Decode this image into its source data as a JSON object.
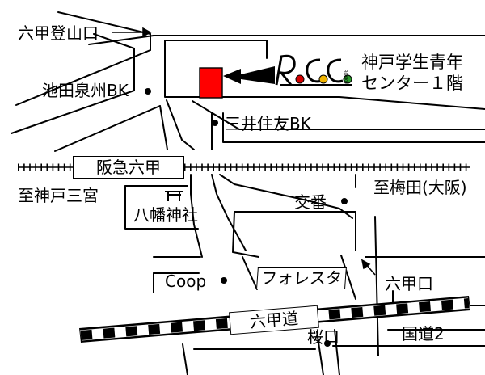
{
  "colors": {
    "road": "#000000",
    "destination": "#ff0000",
    "logo_r": "#d40000",
    "logo_o1": "#f0b400",
    "logo_o2": "#2a9a2a"
  },
  "logo": {
    "text": "RoCoCo",
    "subtext": "ROKKO"
  },
  "destination": {
    "line1": "神戸学生青年",
    "line2": "センター１階"
  },
  "labels": {
    "rokko_tozanguchi": "六甲登山口",
    "ikeda_senshu_bk": "池田泉州BK",
    "mitsui_sumitomo_bk": "三井住友BK",
    "to_kobe_sannomiya": "至神戸三宮",
    "hachiman_jinja": "八幡神社",
    "koban": "交番",
    "to_umeda": "至梅田(大阪)",
    "coop": "Coop",
    "rokkoguchi": "六甲口",
    "sakuraguchi": "桜口",
    "kokudo2": "国道2"
  },
  "stations": {
    "hankyu_rokko": "阪急六甲"
  },
  "buildings": {
    "foresta": "フォレスタ"
  },
  "roads": {
    "rokko_michi": "六甲道"
  },
  "icons": [
    "shrine-icon",
    "bank-dot-icon",
    "arrow-icon"
  ]
}
